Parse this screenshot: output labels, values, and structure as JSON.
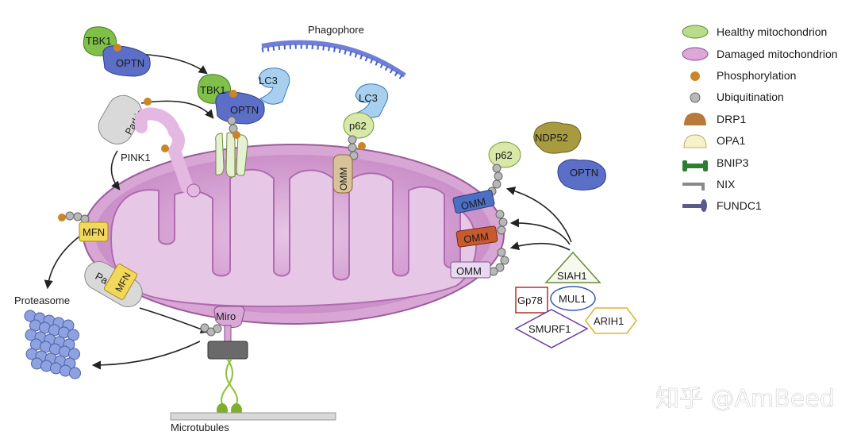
{
  "diagram": {
    "top_label": "Phagophore",
    "bottom_label": "Microtubules",
    "proteasome_label": "Proteasome",
    "proteins": {
      "tbk1_a": "TBK1",
      "optn_a": "OPTN",
      "tbk1_b": "TBK1",
      "optn_b": "OPTN",
      "lc3_a": "LC3",
      "lc3_b": "LC3",
      "p62_top": "p62",
      "omm_top": "OMM",
      "parkin_top": "Parkin",
      "pink1": "PINK1",
      "mfn_left": "MFN",
      "mfn_lower": "MFN",
      "parkin_lower": "Parkin",
      "miro": "Miro",
      "p62_right": "p62",
      "ndp52": "NDP52",
      "optn_right": "OPTN",
      "omm_r1": "OMM",
      "omm_r2": "OMM",
      "omm_r3": "OMM",
      "siah1": "SIAH1",
      "gp78": "Gp78",
      "mul1": "MUL1",
      "smurf1": "SMURF1",
      "arih1": "ARIH1"
    }
  },
  "legend": [
    {
      "label": "Healthy mitochondrion",
      "icon": "healthy-mitochondrion-icon",
      "color": "#b9dc8a"
    },
    {
      "label": "Damaged mitochondrion",
      "icon": "damaged-mitochondrion-icon",
      "color": "#dca8d8"
    },
    {
      "label": "Phosphorylation",
      "icon": "phosphorylation-dot-icon",
      "color": "#c98526"
    },
    {
      "label": "Ubiquitination",
      "icon": "ubiquitin-dot-icon",
      "color": "#b8b8b8"
    },
    {
      "label": "DRP1",
      "icon": "drp1-icon",
      "color": "#b67a3a"
    },
    {
      "label": "OPA1",
      "icon": "opa1-icon",
      "color": "#f6f3c8"
    },
    {
      "label": "BNIP3",
      "icon": "bnip3-icon",
      "color": "#2f7d32"
    },
    {
      "label": "NIX",
      "icon": "nix-icon",
      "color": "#8a8a8a"
    },
    {
      "label": "FUNDC1",
      "icon": "fundc1-icon",
      "color": "#5a5a8c"
    }
  ],
  "watermark": "知乎 @AmBeed"
}
